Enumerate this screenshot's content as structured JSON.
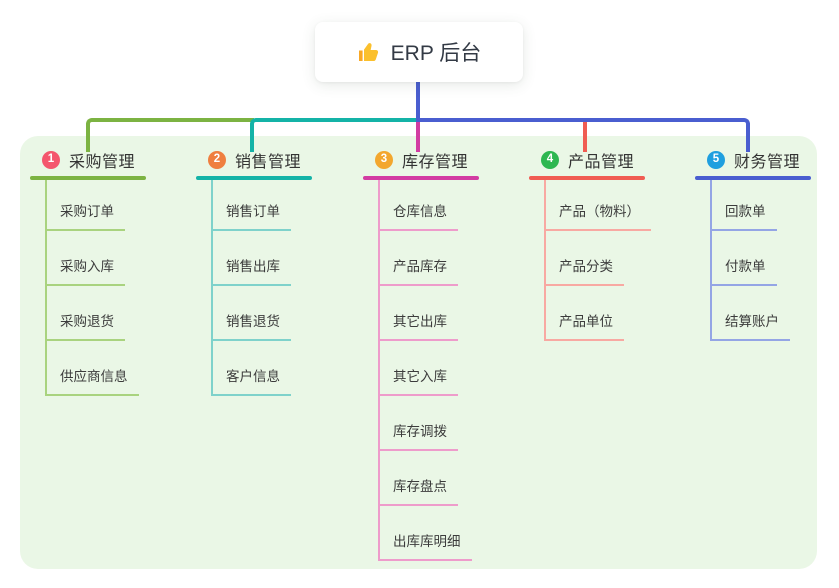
{
  "root": {
    "label": "ERP 后台",
    "icon": "thumbs-up-icon"
  },
  "panel": {
    "background": "#eaf7e6"
  },
  "branches": [
    {
      "num": "1",
      "title": "采购管理",
      "badge_color": "#f4566d",
      "line_color": "#7cb342",
      "light_color": "#a9d37f",
      "children": [
        "采购订单",
        "采购入库",
        "采购退货",
        "供应商信息"
      ]
    },
    {
      "num": "2",
      "title": "销售管理",
      "badge_color": "#ef7f3f",
      "line_color": "#14b3a7",
      "light_color": "#7fd2cb",
      "children": [
        "销售订单",
        "销售出库",
        "销售退货",
        "客户信息"
      ]
    },
    {
      "num": "3",
      "title": "库存管理",
      "badge_color": "#f3a72e",
      "line_color": "#d23ca2",
      "light_color": "#ee9ccb",
      "children": [
        "仓库信息",
        "产品库存",
        "其它出库",
        "其它入库",
        "库存调拨",
        "库存盘点",
        "出库库明细"
      ]
    },
    {
      "num": "4",
      "title": "产品管理",
      "badge_color": "#2eb751",
      "line_color": "#f05c52",
      "light_color": "#f8a9a2",
      "children": [
        "产品（物料）",
        "产品分类",
        "产品单位"
      ]
    },
    {
      "num": "5",
      "title": "财务管理",
      "badge_color": "#1f9fdf",
      "line_color": "#4a5ed0",
      "light_color": "#94a5e5",
      "children": [
        "回款单",
        "付款单",
        "结算账户"
      ]
    }
  ]
}
